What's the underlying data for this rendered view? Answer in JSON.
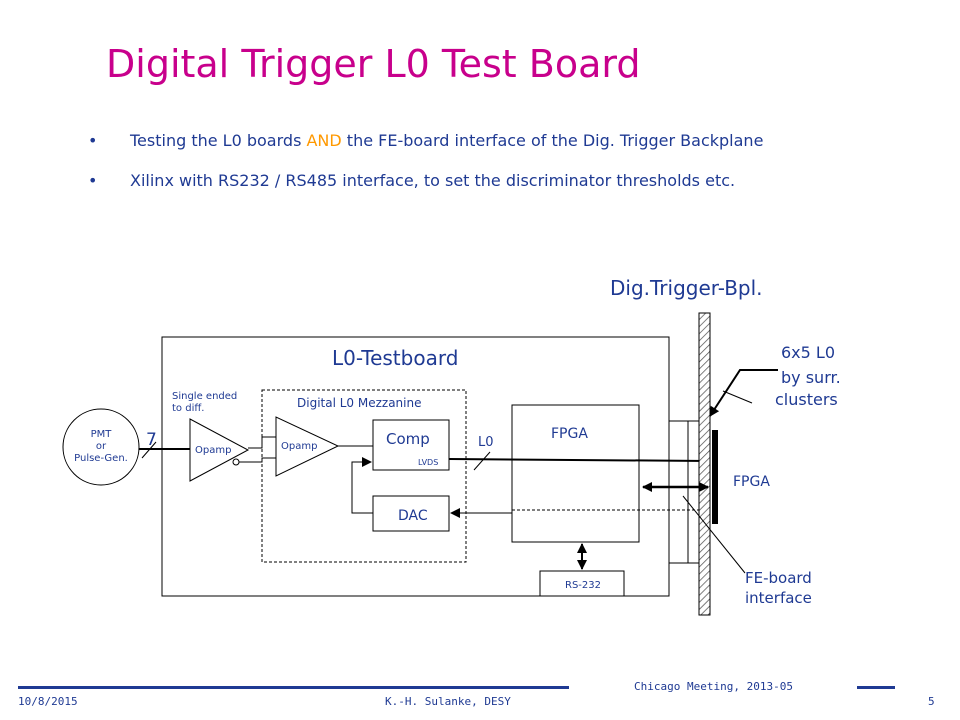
{
  "title": "Digital Trigger L0 Test Board",
  "bullets": {
    "b1_pre": "Testing the L0 boards ",
    "b1_hl": "AND",
    "b1_post": " the FE-board interface of the Dig. Trigger Backplane",
    "b2": "Xilinx with RS232 / RS485 interface, to set the discriminator thresholds etc."
  },
  "diagram": {
    "backplane_label": "Dig.Trigger-Bpl.",
    "testboard_label": "L0-Testboard",
    "mezzanine_label": "Digital L0 Mezzanine",
    "single_ended_1": "Single ended",
    "single_ended_2": "to diff.",
    "pmt_1": "PMT",
    "pmt_2": "or",
    "pmt_3": "Pulse-Gen.",
    "seven": "7",
    "opamp1": "Opamp",
    "opamp2": "Opamp",
    "comp": "Comp",
    "lvds": "LVDS",
    "dac": "DAC",
    "l0": "L0",
    "fpga_inner": "FPGA",
    "rs232": "RS-232",
    "fpga_outer": "FPGA",
    "sixby5_1": "6x5 L0",
    "sixby5_2": "by surr.",
    "sixby5_3": "clusters",
    "feboard_1": "FE-board",
    "feboard_2": "interface"
  },
  "footer": {
    "date": "10/8/2015",
    "author": "K.-H. Sulanke, DESY",
    "meeting": "Chicago Meeting, 2013-05",
    "page": "5"
  },
  "colors": {
    "title": "#c8008c",
    "text": "#1f3a93",
    "highlight": "#ff9900"
  }
}
